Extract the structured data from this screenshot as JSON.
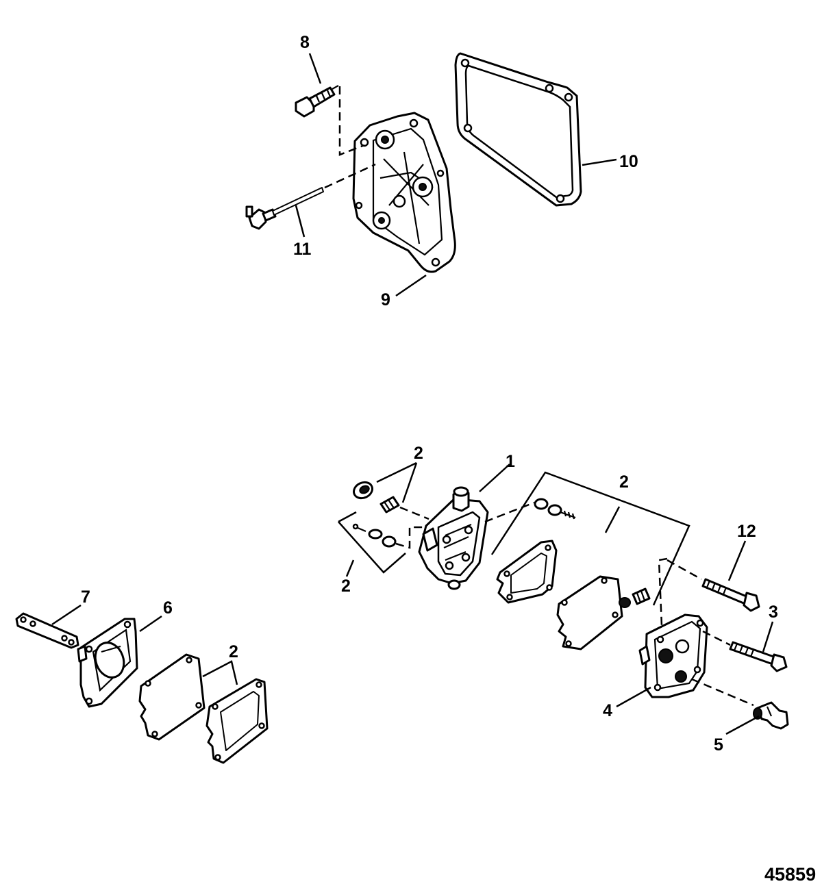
{
  "callouts": {
    "c1": "1",
    "c2a": "2",
    "c2b": "2",
    "c2c": "2",
    "c2d": "2",
    "c3": "3",
    "c4": "4",
    "c5": "5",
    "c6": "6",
    "c7": "7",
    "c8": "8",
    "c9": "9",
    "c10": "10",
    "c11": "11",
    "c12": "12"
  },
  "figure_number": "45859"
}
